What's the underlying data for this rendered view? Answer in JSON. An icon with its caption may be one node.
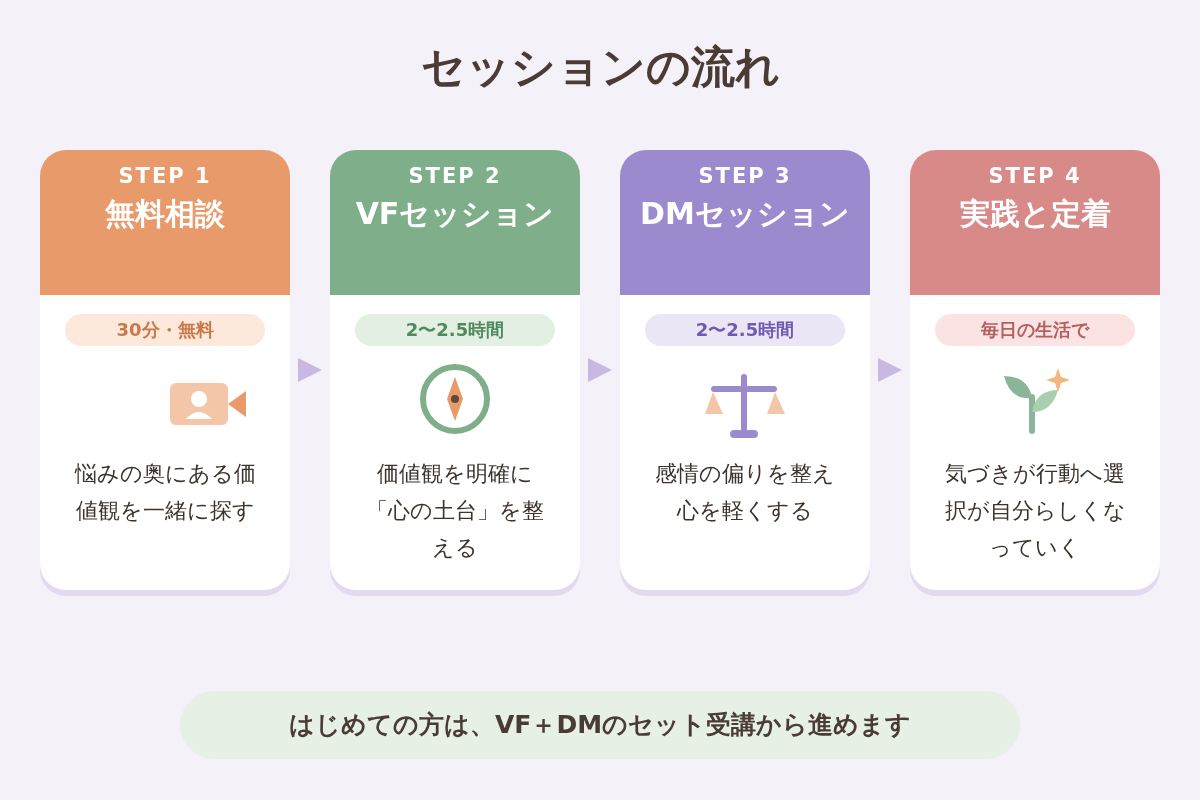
{
  "diagram": {
    "title": "セッションの流れ",
    "nodes": [
      {
        "text": [
          "STEP 1",
          "無料相談",
          "30分・無料",
          "悩みの奥にある価値観を一緒に探す"
        ]
      },
      {
        "text": [
          "STEP 2",
          "VFセッション",
          "2〜2.5時間",
          "価値観を明確に「心の土台」を整える"
        ]
      },
      {
        "text": [
          "STEP 3",
          "DMセッション",
          "2〜2.5時間",
          "感情の偏りを整え心を軽くする"
        ]
      },
      {
        "text": [
          "STEP 4",
          "実践と定着",
          "毎日の生活で",
          "気づきが行動へ選択が自分らしくなっていく"
        ]
      },
      {
        "text": [
          "はじめての方は、VF＋DMのセット受講から進めます"
        ]
      }
    ],
    "edges": [
      {
        "from": 0,
        "to": 1,
        "arrow": "to"
      },
      {
        "from": 1,
        "to": 2,
        "arrow": "to"
      },
      {
        "from": 2,
        "to": 3,
        "arrow": "to"
      }
    ]
  }
}
